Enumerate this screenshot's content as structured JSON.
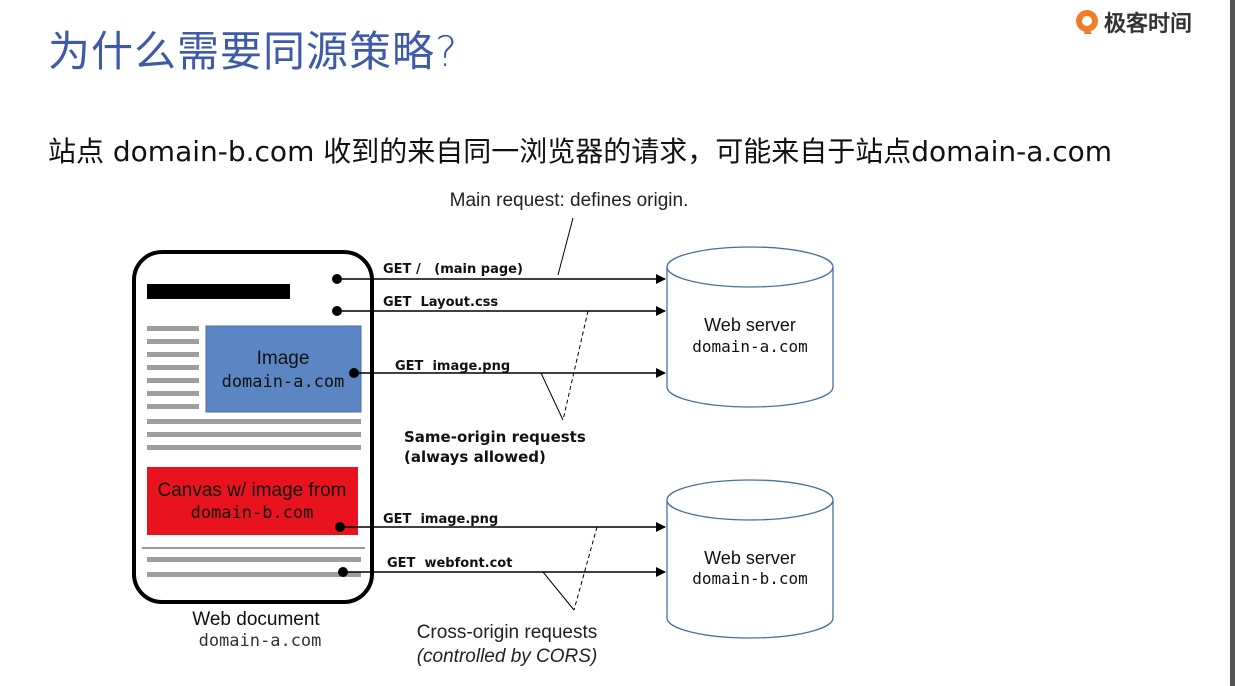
{
  "title": "为什么需要同源策略?",
  "brand": "极客时间",
  "subtitle": "站点 domain-b.com 收到的来自同一浏览器的请求，可能来自于站点domain-a.com",
  "diagram": {
    "main_request_note": "Main request: defines origin.",
    "requests": {
      "main_page": "GET /   (main page)",
      "layout_css": "GET  Layout.css",
      "image_a": "GET  image.png",
      "image_b": "GET  image.png",
      "webfont": "GET  webfont.cot"
    },
    "same_origin_note_line1": "Same-origin requests",
    "same_origin_note_line2": "(always allowed)",
    "cross_origin_note_line1": "Cross-origin requests",
    "cross_origin_note_line2": "(controlled by CORS)",
    "server_a": {
      "label": "Web server",
      "domain": "domain-a.com"
    },
    "server_b": {
      "label": "Web server",
      "domain": "domain-b.com"
    },
    "image_box": {
      "label": "Image",
      "domain": "domain-a.com",
      "color": "#5b85c3"
    },
    "canvas_box": {
      "label": "Canvas w/ image from",
      "domain": "domain-b.com",
      "color": "#e8131f"
    },
    "document": {
      "label": "Web document",
      "domain": "domain-a.com"
    }
  }
}
